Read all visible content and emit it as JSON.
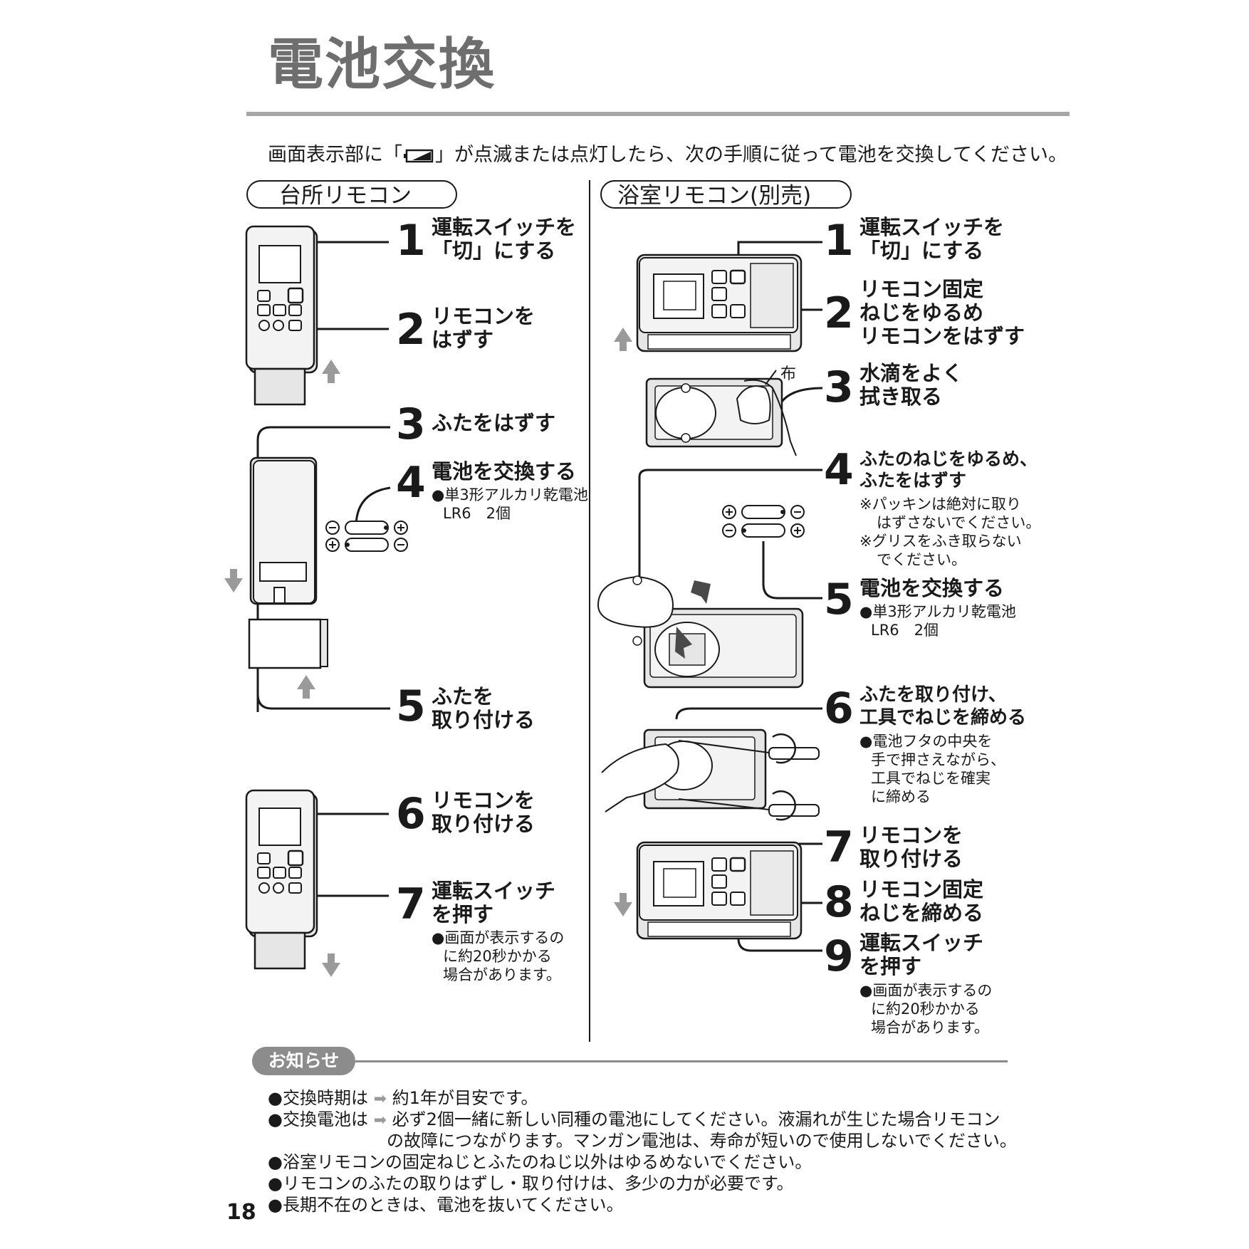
{
  "title": "電池交換",
  "intro": {
    "before": "画面表示部に「",
    "after": "」が点滅または点灯したら、次の手順に従って電池を交換してください。"
  },
  "kitchen": {
    "label": "台所リモコン",
    "steps": [
      {
        "num": "1",
        "lines": [
          "運転スイッチを",
          "「切」にする"
        ]
      },
      {
        "num": "2",
        "lines": [
          "リモコンを",
          "はずす"
        ]
      },
      {
        "num": "3",
        "lines": [
          "ふたをはずす"
        ]
      },
      {
        "num": "4",
        "lines": [
          "電池を交換する"
        ],
        "subs": [
          "●単3形アルカリ乾電池",
          "LR6　2個"
        ]
      },
      {
        "num": "5",
        "lines": [
          "ふたを",
          "取り付ける"
        ]
      },
      {
        "num": "6",
        "lines": [
          "リモコンを",
          "取り付ける"
        ]
      },
      {
        "num": "7",
        "lines": [
          "運転スイッチ",
          "を押す"
        ],
        "subs": [
          "●画面が表示するの",
          "に約20秒かかる",
          "場合があります。"
        ]
      }
    ]
  },
  "bath": {
    "label": "浴室リモコン(別売)",
    "cloth": "布",
    "steps": [
      {
        "num": "1",
        "lines": [
          "運転スイッチを",
          "「切」にする"
        ]
      },
      {
        "num": "2",
        "lines": [
          "リモコン固定",
          "ねじをゆるめ",
          "リモコンをはずす"
        ]
      },
      {
        "num": "3",
        "lines": [
          "水滴をよく",
          "拭き取る"
        ]
      },
      {
        "num": "4",
        "lines": [
          "ふたのねじをゆるめ、",
          "ふたをはずす"
        ],
        "notes": [
          "※パッキンは絶対に取り",
          "はずさないでください。",
          "※グリスをふき取らない",
          "でください。"
        ]
      },
      {
        "num": "5",
        "lines": [
          "電池を交換する"
        ],
        "subs": [
          "●単3形アルカリ乾電池",
          "LR6　2個"
        ]
      },
      {
        "num": "6",
        "lines": [
          "ふたを取り付け、",
          "工具でねじを締める"
        ],
        "subs": [
          "●電池フタの中央を",
          "手で押さえながら、",
          "工具でねじを確実",
          "に締める"
        ]
      },
      {
        "num": "7",
        "lines": [
          "リモコンを",
          "取り付ける"
        ]
      },
      {
        "num": "8",
        "lines": [
          "リモコン固定",
          "ねじを締める"
        ]
      },
      {
        "num": "9",
        "lines": [
          "運転スイッチ",
          "を押す"
        ],
        "subs": [
          "●画面が表示するの",
          "に約20秒かかる",
          "場合があります。"
        ]
      }
    ]
  },
  "notice": {
    "label": "お知らせ",
    "items": [
      {
        "bullet": "●交換時期は",
        "text": "約1年が目安です。"
      },
      {
        "bullet": "●交換電池は",
        "text": "必ず2個一緒に新しい同種の電池にしてください。液漏れが生じた場合リモコン",
        "text2": "の故障につながります。マンガン電池は、寿命が短いので使用しないでください。"
      },
      {
        "text": "●浴室リモコンの固定ねじとふたのねじ以外はゆるめないでください。"
      },
      {
        "text": "●リモコンのふたの取りはずし・取り付けは、多少の力が必要です。"
      },
      {
        "text": "●長期不在のときは、電池を抜いてください。"
      }
    ]
  },
  "page_number": "18"
}
